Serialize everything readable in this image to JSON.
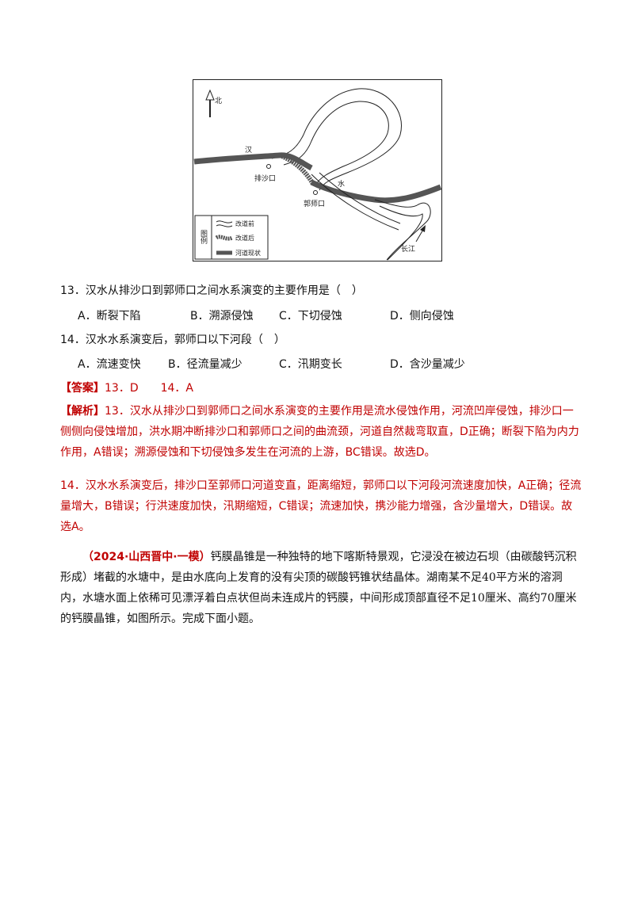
{
  "map": {
    "north_label": "北",
    "han_label": "汉",
    "shui_label": "水",
    "paishakou_label": "排沙口",
    "guoshikou_label": "郭师口",
    "changjiang_label": "长江",
    "legend": {
      "title": "图例",
      "before": "改道前",
      "after": "改道后",
      "current": "河道现状"
    }
  },
  "q13": {
    "stem": "13．汉水从排沙口到郭师口之间水系演变的主要作用是（　）",
    "options": [
      "A．断裂下陷",
      "B．溯源侵蚀",
      "C．下切侵蚀",
      "D．侧向侵蚀"
    ]
  },
  "q14": {
    "stem": "14．汉水水系演变后，郭师口以下河段（　）",
    "options": [
      "A．流速变快",
      "B．径流量减少",
      "C．汛期变长",
      "D．含沙量减少"
    ]
  },
  "answer": {
    "label": "【答案】",
    "text": "13．D　　14．A"
  },
  "analysis": {
    "label": "【解析】",
    "p1": "13．汉水从排沙口到郭师口之间水系演变的主要作用是流水侵蚀作用，河流凹岸侵蚀，排沙口一侧侧向侵蚀增加，洪水期冲断排沙口和郭师口之间的曲流颈，河道自然裁弯取直，D正确；断裂下陷为内力作用，A错误；溯源侵蚀和下切侵蚀多发生在河流的上游，BC错误。故选D。",
    "p2": "14．汉水水系演变后，排沙口至郭师口河道变直，距离缩短，郭师口以下河段河流速度加快，A正确；径流量增大，B错误；行洪速度加快，汛期缩短，C错误；流速加快，携沙能力增强，含沙量增大，D错误。故选A。"
  },
  "intro": {
    "source": "（2024·山西晋中·一模）",
    "text": "钙膜晶锥是一种独特的地下喀斯特景观，它浸没在被边石坝（由碳酸钙沉积形成）堵截的水塘中，是由水底向上发育的没有尖顶的碳酸钙锥状结晶体。湖南某不足40平方米的溶洞内，水塘水面上依稀可见漂浮着白点状但尚未连成片的钙膜，中间形成顶部直径不足10厘米、高约70厘米的钙膜晶锥，如图所示。完成下面小题。"
  }
}
